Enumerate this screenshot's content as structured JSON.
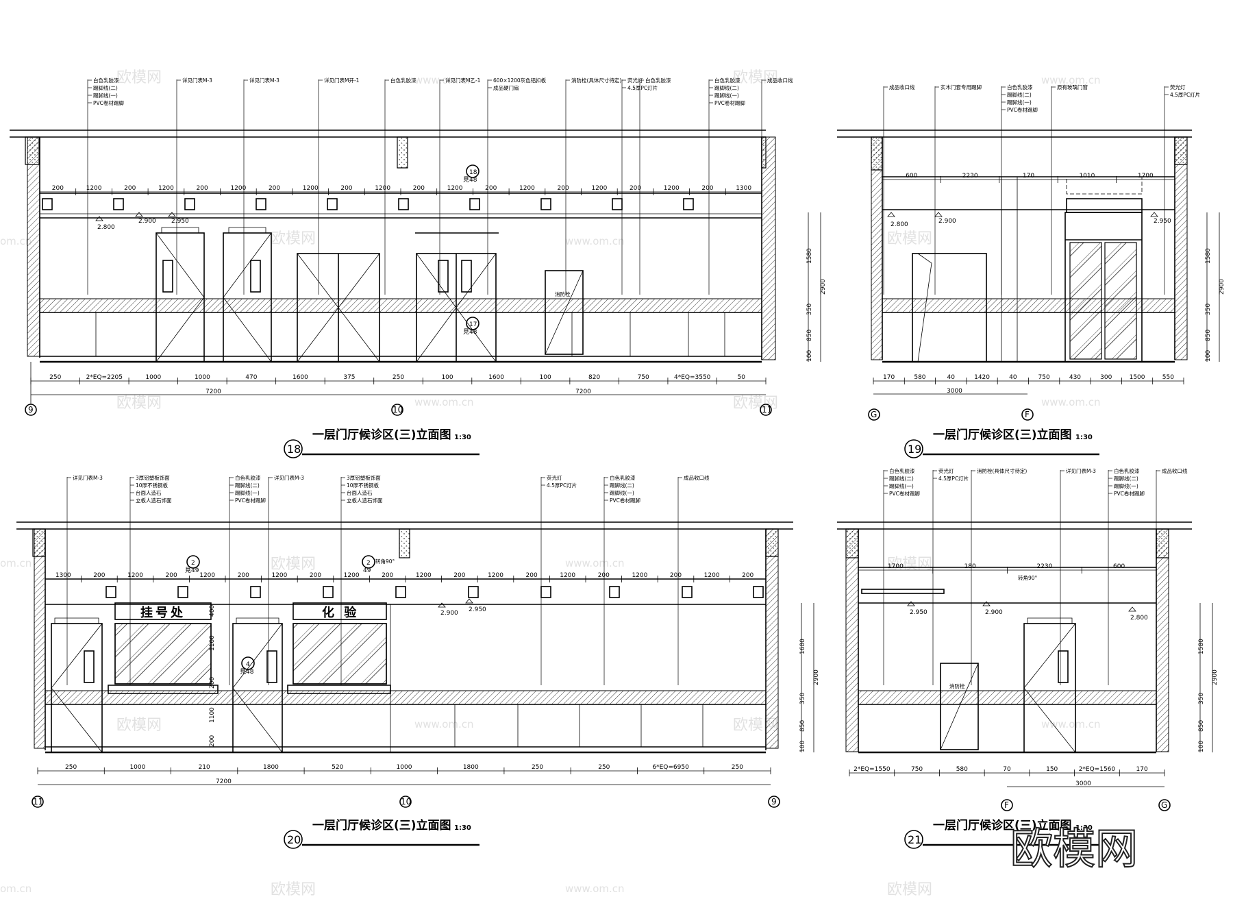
{
  "watermark": {
    "cn": "欧模网",
    "url": "www.om.cn",
    "url_short": "om.cn",
    "brand_big": "欧模网"
  },
  "views": {
    "v18": {
      "title": "一层门厅候诊区(三)立面图",
      "scale": "1:30",
      "number": "18",
      "axes": [
        "9",
        "10",
        "11"
      ],
      "top_dims": [
        "200",
        "1200",
        "200",
        "1200",
        "200",
        "1200",
        "200",
        "1200",
        "200",
        "1200",
        "200",
        "1200",
        "200",
        "1200",
        "200",
        "1200",
        "200",
        "1200",
        "200",
        "1300"
      ],
      "bottom_dims": [
        "250",
        "2*EQ=2205",
        "1000",
        "1000",
        "470",
        "1600",
        "375",
        "250",
        "100",
        "1600",
        "100",
        "820",
        "750",
        "4*EQ=3550",
        "50"
      ],
      "totals": [
        "7200",
        "7200"
      ],
      "right_dims": [
        "1580",
        "2900",
        "350",
        "850",
        "100"
      ],
      "levels": [
        "2.800",
        "2.900",
        "2.950"
      ],
      "callouts": [
        {
          "n": "18",
          "r": "見48"
        },
        {
          "n": "17",
          "r": "見48"
        }
      ],
      "labels": [
        "白色乳胶漆",
        "踢脚线(二)",
        "踢脚线(一)",
        "PVC卷材踢脚",
        "详见门表M-3",
        "详见门表M-3",
        "详见门表M开-1",
        "白色乳胶漆",
        "详见门表M乙-1",
        "600×1200灰色铝扣板",
        "成品硬门扇",
        "消防栓(具体尺寸待定)",
        "荧光灯",
        "4.5厚PC灯片",
        "白色乳胶漆",
        "白色乳胶漆",
        "踢脚线(二)",
        "踢脚线(一)",
        "PVC卷材踢脚",
        "成品收口线"
      ],
      "hydrant": "消防栓"
    },
    "v19": {
      "title": "一层门厅候诊区(三)立面图",
      "scale": "1:30",
      "number": "19",
      "axes": [
        "G",
        "F"
      ],
      "top_dims": [
        "600",
        "2230",
        "170",
        "1010",
        "1700"
      ],
      "bottom_dims": [
        "170",
        "580",
        "40",
        "1420",
        "40",
        "750",
        "430",
        "300",
        "1500",
        "550"
      ],
      "totals": [
        "3000"
      ],
      "right_dims": [
        "1580",
        "2900",
        "350",
        "850",
        "100"
      ],
      "levels": [
        "2.800",
        "2.900",
        "2.950"
      ],
      "labels": [
        "成品收口线",
        "实木门套专用踢脚",
        "白色乳胶漆",
        "踢脚线(二)",
        "踢脚线(一)",
        "PVC卷材踢脚",
        "原有玻璃门窗",
        "荧光灯",
        "4.5厚PC灯片"
      ]
    },
    "v20": {
      "title": "一层门厅候诊区(三)立面图",
      "scale": "1:30",
      "number": "20",
      "axes": [
        "11",
        "10",
        "9"
      ],
      "top_dims": [
        "1300",
        "200",
        "1200",
        "200",
        "1200",
        "200",
        "1200",
        "200",
        "1200",
        "200",
        "1200",
        "200",
        "1200",
        "200",
        "1200",
        "200",
        "1200",
        "200",
        "1200",
        "200"
      ],
      "bottom_dims": [
        "250",
        "1000",
        "210",
        "1800",
        "520",
        "1000",
        "1800",
        "250",
        "250",
        "6*EQ=6950",
        "250"
      ],
      "totals": [
        "7200"
      ],
      "right_dims": [
        "1680",
        "2900",
        "350",
        "850",
        "100"
      ],
      "levels": [
        "2.900",
        "2.950"
      ],
      "callouts": [
        {
          "n": "2",
          "r": "見49"
        },
        {
          "n": "2",
          "r": "49"
        },
        {
          "n": "4",
          "r": "見48"
        }
      ],
      "signs": [
        "挂号处",
        "化  验"
      ],
      "rotate_note": "转角90°",
      "inner_dims": [
        "400",
        "1100",
        "200",
        "1100",
        "200"
      ],
      "labels": [
        "详见门表M-3",
        "3厚铝塑板饰面",
        "10厚不锈钢板",
        "台面人造石",
        "立板人造石饰面",
        "白色乳胶漆",
        "踢脚线(二)",
        "踢脚线(一)",
        "PVC卷材踢脚",
        "详见门表M-3",
        "3厚铝塑板饰面",
        "10厚不锈钢板",
        "台面人造石",
        "立板人造石饰面",
        "荧光灯",
        "4.5厚PC灯片",
        "白色乳胶漆",
        "踢脚线(二)",
        "踢脚线(一)",
        "PVC卷材踢脚",
        "成品收口线"
      ]
    },
    "v21": {
      "title": "一层门厅候诊区(三)立面图",
      "scale": "1:30",
      "number": "21",
      "axes": [
        "F",
        "G"
      ],
      "top_dims": [
        "1700",
        "180",
        "2230",
        "600"
      ],
      "bottom_dims": [
        "2*EQ=1550",
        "750",
        "580",
        "70",
        "150",
        "2*EQ=1560",
        "170"
      ],
      "totals": [
        "3000"
      ],
      "right_dims": [
        "1580",
        "2900",
        "350",
        "850",
        "100"
      ],
      "levels": [
        "2.950",
        "2.900",
        "2.800"
      ],
      "rotate_note": "转角90°",
      "hydrant": "消防栓",
      "labels": [
        "白色乳胶漆",
        "踢脚线(二)",
        "踢脚线(一)",
        "PVC卷材踢脚",
        "荧光灯",
        "4.5厚PC灯片",
        "消防栓(具体尺寸待定)",
        "详见门表M-3",
        "白色乳胶漆",
        "踢脚线(二)",
        "踢脚线(一)",
        "PVC卷材踢脚",
        "成品收口线"
      ]
    }
  }
}
